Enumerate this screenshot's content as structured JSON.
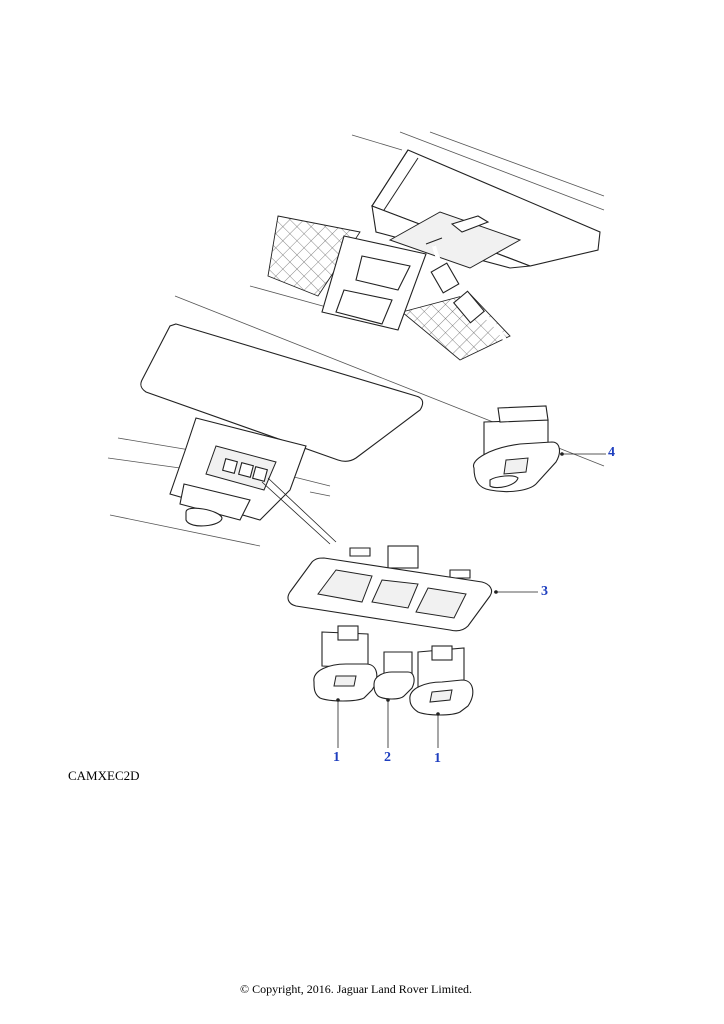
{
  "diagram": {
    "callouts": [
      {
        "id": "c4",
        "label": "4"
      },
      {
        "id": "c3",
        "label": "3"
      },
      {
        "id": "c1a",
        "label": "1"
      },
      {
        "id": "c2",
        "label": "2"
      },
      {
        "id": "c1b",
        "label": "1"
      }
    ],
    "figure_code": "CAMXEC2D",
    "copyright": "© Copyright, 2016. Jaguar Land Rover Limited.",
    "callout_color": "#1f3fbf"
  }
}
